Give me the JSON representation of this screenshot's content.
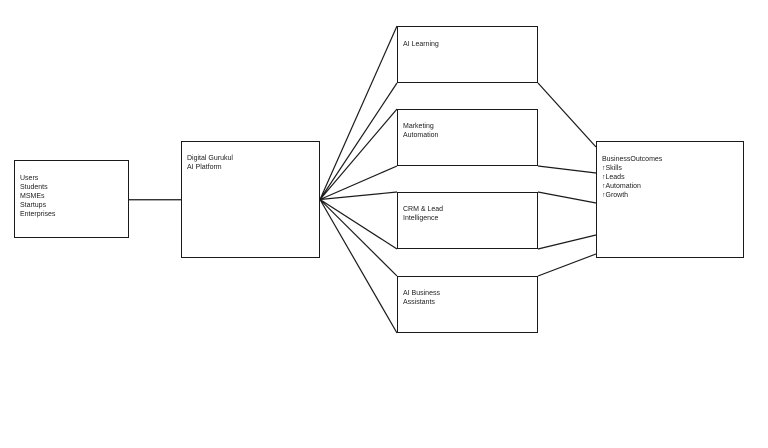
{
  "nodes": {
    "users": {
      "lines": [
        "Users",
        "Students",
        "MSMEs",
        "Startups",
        "Enterprises"
      ]
    },
    "platform": {
      "lines": [
        "Digital Gurukul",
        "AI Platform"
      ]
    },
    "ai_learning": {
      "lines": [
        "AI Learning"
      ]
    },
    "marketing": {
      "lines": [
        "Marketing",
        "Automation"
      ]
    },
    "crm": {
      "lines": [
        "CRM & Lead",
        "Intelligence"
      ]
    },
    "assistants": {
      "lines": [
        "AI Business",
        "Assistants"
      ]
    },
    "outcomes": {
      "title": "BusinessOutcomes",
      "lines": [
        "↑Skills",
        "↑Leads",
        "↑Automation",
        "↑Growth"
      ]
    }
  },
  "edges": [
    [
      "users",
      "platform"
    ],
    [
      "platform",
      "ai_learning"
    ],
    [
      "platform",
      "marketing"
    ],
    [
      "platform",
      "crm"
    ],
    [
      "platform",
      "assistants"
    ],
    [
      "ai_learning",
      "outcomes"
    ],
    [
      "marketing",
      "outcomes"
    ],
    [
      "crm",
      "outcomes"
    ],
    [
      "assistants",
      "outcomes"
    ]
  ],
  "colors": {
    "stroke": "#1a1a1a",
    "text": "#222222",
    "background": "#ffffff"
  }
}
